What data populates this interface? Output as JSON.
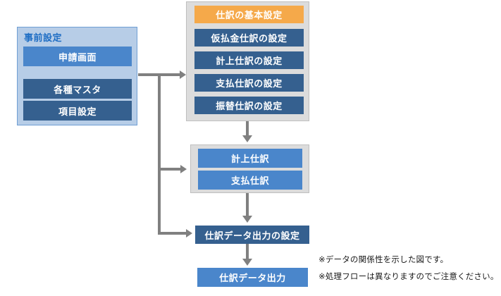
{
  "diagram": {
    "type": "flow-diagram",
    "colors": {
      "panel_background": "#b7cde7",
      "panel_border": "#6f9fd4",
      "group_background": "#dcdcdc",
      "group_border": "#bfbfbf",
      "blue_medium": "#4a86cb",
      "blue_dark": "#35608f",
      "orange": "#f5a94a",
      "connector": "#808080",
      "title_text": "#1f6ec4"
    },
    "presetting_panel": {
      "title": "事前設定",
      "items": [
        {
          "label": "申請画面",
          "style": "blue-medium"
        },
        {
          "label": "各種マスタ",
          "style": "blue-dark"
        },
        {
          "label": "項目設定",
          "style": "blue-dark"
        }
      ]
    },
    "journal_settings_group": {
      "items": [
        {
          "label": "仕訳の基本設定",
          "style": "orange"
        },
        {
          "label": "仮払金仕訳の設定",
          "style": "blue-dark"
        },
        {
          "label": "計上仕訳の設定",
          "style": "blue-dark"
        },
        {
          "label": "支払仕訳の設定",
          "style": "blue-dark"
        },
        {
          "label": "振替仕訳の設定",
          "style": "blue-dark"
        }
      ]
    },
    "journal_group": {
      "items": [
        {
          "label": "計上仕訳",
          "style": "blue-medium"
        },
        {
          "label": "支払仕訳",
          "style": "blue-medium"
        }
      ]
    },
    "output_setting_box": {
      "label": "仕訳データ出力の設定",
      "style": "blue-dark"
    },
    "output_box": {
      "label": "仕訳データ出力",
      "style": "blue-medium"
    },
    "notes": [
      "※データの関係性を示した図です。",
      "※処理フローは異なりますのでご注意ください。"
    ]
  }
}
